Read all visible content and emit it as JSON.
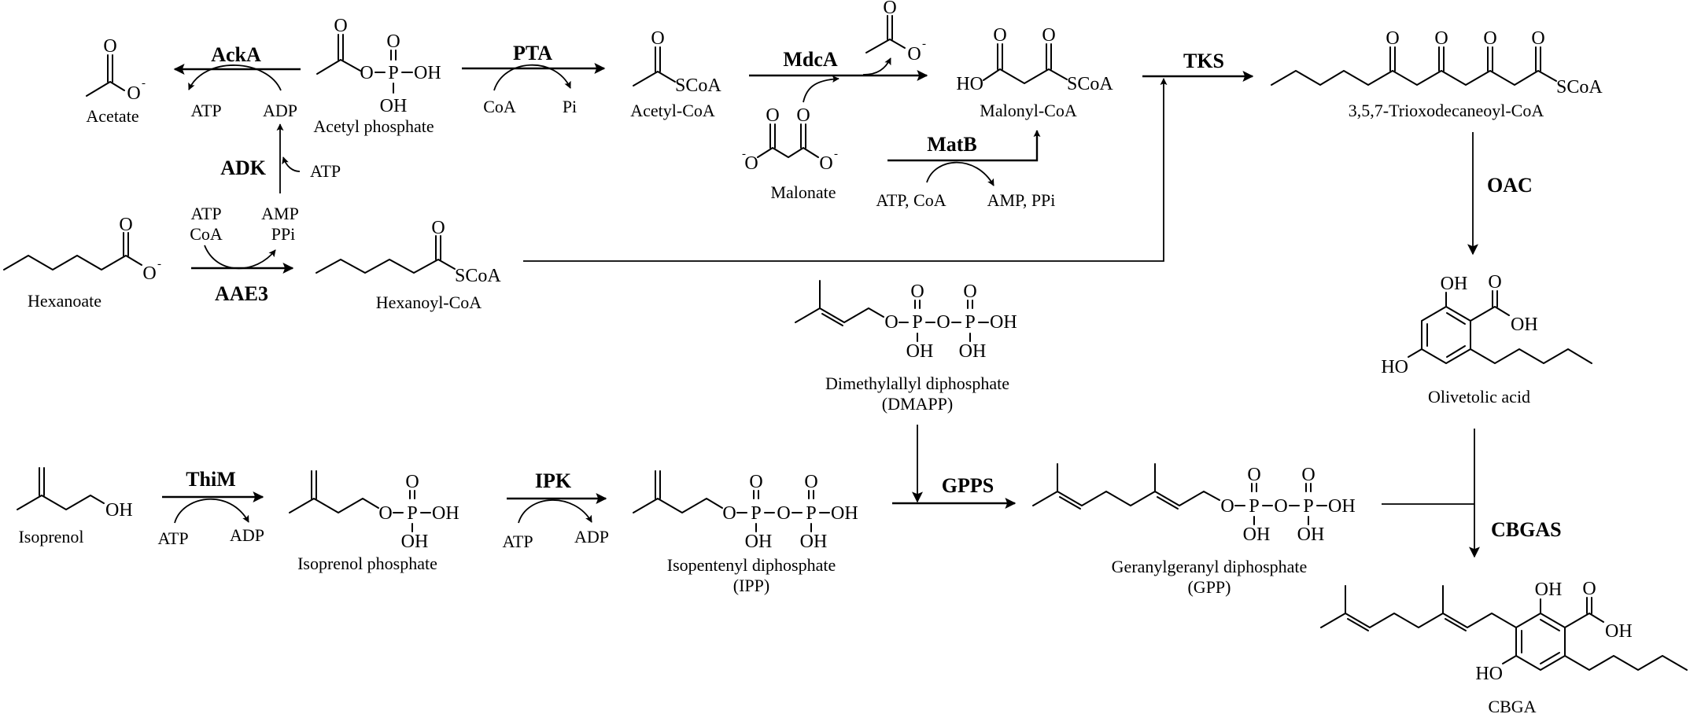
{
  "figure": {
    "type": "metabolic-pathway",
    "title": "",
    "line_color": "#000000",
    "background": "#ffffff"
  },
  "compounds": {
    "acetate": {
      "name": "Acetate",
      "atoms": {
        "o_top": "O",
        "o_minus": "O",
        "charge": "-"
      }
    },
    "acetyl_phosphate": {
      "name": "Acetyl phosphate",
      "atoms": {
        "o_carbonyl": "O",
        "o_ester": "O",
        "p": "P",
        "o_p": "O",
        "oh1": "OH",
        "oh2": "OH"
      }
    },
    "acetyl_coa": {
      "name": "Acetyl-CoA",
      "atoms": {
        "o": "O",
        "scoa": "SCoA"
      }
    },
    "malonyl_coa": {
      "name": "Malonyl-CoA",
      "atoms": {
        "ho": "HO",
        "o1": "O",
        "o2": "O",
        "scoa": "SCoA"
      }
    },
    "malonate": {
      "name": "Malonate",
      "atoms": {
        "o1": "O",
        "o2": "O",
        "o_minus_l": "O",
        "o_minus_r": "O",
        "charge": "-"
      }
    },
    "trioxodecanoyl_coa": {
      "name": "3,5,7-Trioxodecaneoyl-CoA",
      "atoms": {
        "o": "O",
        "scoa": "SCoA"
      }
    },
    "hexanoate": {
      "name": "Hexanoate",
      "atoms": {
        "o": "O",
        "o_minus": "O",
        "charge": "-"
      }
    },
    "hexanoyl_coa": {
      "name": "Hexanoyl-CoA",
      "atoms": {
        "o": "O",
        "scoa": "SCoA"
      }
    },
    "olivetolic_acid": {
      "name": "Olivetolic acid",
      "atoms": {
        "oh_top": "OH",
        "o": "O",
        "oh_acid": "OH",
        "ho": "HO"
      }
    },
    "dmapp": {
      "name": "Dimethylallyl diphosphate",
      "abbr": "(DMAPP)",
      "atoms": {
        "o": "O",
        "p": "P",
        "oh": "OH"
      }
    },
    "isoprenol": {
      "name": "Isoprenol",
      "atoms": {
        "oh": "OH"
      }
    },
    "isoprenol_phosphate": {
      "name": "Isoprenol phosphate",
      "atoms": {
        "o": "O",
        "p": "P",
        "oh": "OH"
      }
    },
    "ipp": {
      "name": "Isopentenyl diphosphate",
      "abbr": "(IPP)",
      "atoms": {
        "o": "O",
        "p": "P",
        "oh": "OH"
      }
    },
    "gpp": {
      "name": "Geranylgeranyl diphosphate",
      "abbr": "(GPP)",
      "atoms": {
        "o": "O",
        "p": "P",
        "oh": "OH"
      }
    },
    "cbga": {
      "name": "CBGA",
      "atoms": {
        "oh_top": "OH",
        "o": "O",
        "oh_acid": "OH",
        "ho": "HO"
      }
    }
  },
  "reactions": {
    "acka": {
      "enzyme": "AckA",
      "cofactors": [
        "ATP",
        "ADP"
      ]
    },
    "pta": {
      "enzyme": "PTA",
      "cofactors": [
        "CoA",
        "Pi"
      ]
    },
    "mdca": {
      "enzyme": "MdcA"
    },
    "matb": {
      "enzyme": "MatB",
      "cofactors": [
        "ATP, CoA",
        "AMP, PPi"
      ]
    },
    "tks": {
      "enzyme": "TKS"
    },
    "oac": {
      "enzyme": "OAC"
    },
    "adk": {
      "enzyme": "ADK",
      "cofactors": [
        "ATP"
      ]
    },
    "aae3": {
      "enzyme": "AAE3",
      "cofactors": [
        "ATP",
        "CoA",
        "AMP",
        "PPi"
      ]
    },
    "thim": {
      "enzyme": "ThiM",
      "cofactors": [
        "ATP",
        "ADP"
      ]
    },
    "ipk": {
      "enzyme": "IPK",
      "cofactors": [
        "ATP",
        "ADP"
      ]
    },
    "gpps": {
      "enzyme": "GPPS"
    },
    "cbgas": {
      "enzyme": "CBGAS"
    }
  }
}
